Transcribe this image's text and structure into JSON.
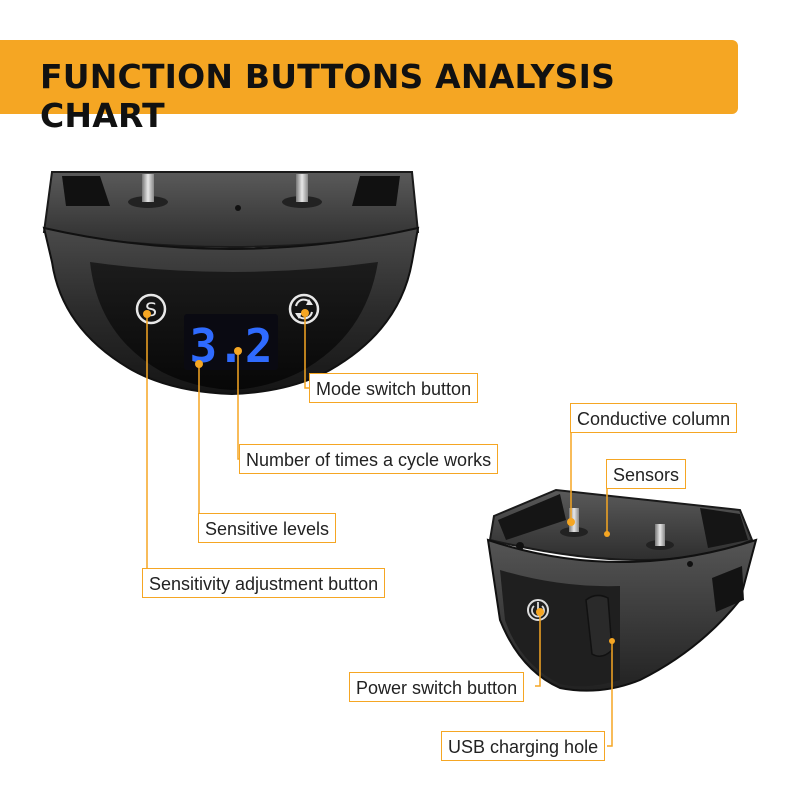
{
  "title": "FUNCTION BUTTONS ANALYSIS CHART",
  "accent_color": "#f5a623",
  "display_color": "#2f6bff",
  "display": {
    "digits": "3.2"
  },
  "icons": {
    "sensitivity_button": "letter-s-icon",
    "mode_button": "cycle-arrows-icon",
    "power_button": "power-icon"
  },
  "labels": {
    "mode_switch": "Mode switch button",
    "cycle_count": "Number of times a cycle works",
    "sensitive_levels": "Sensitive levels",
    "sensitivity_adjust": "Sensitivity adjustment button",
    "conductive_column": "Conductive column",
    "sensors": "Sensors",
    "power_switch": "Power switch button",
    "usb_hole": "USB charging hole"
  }
}
